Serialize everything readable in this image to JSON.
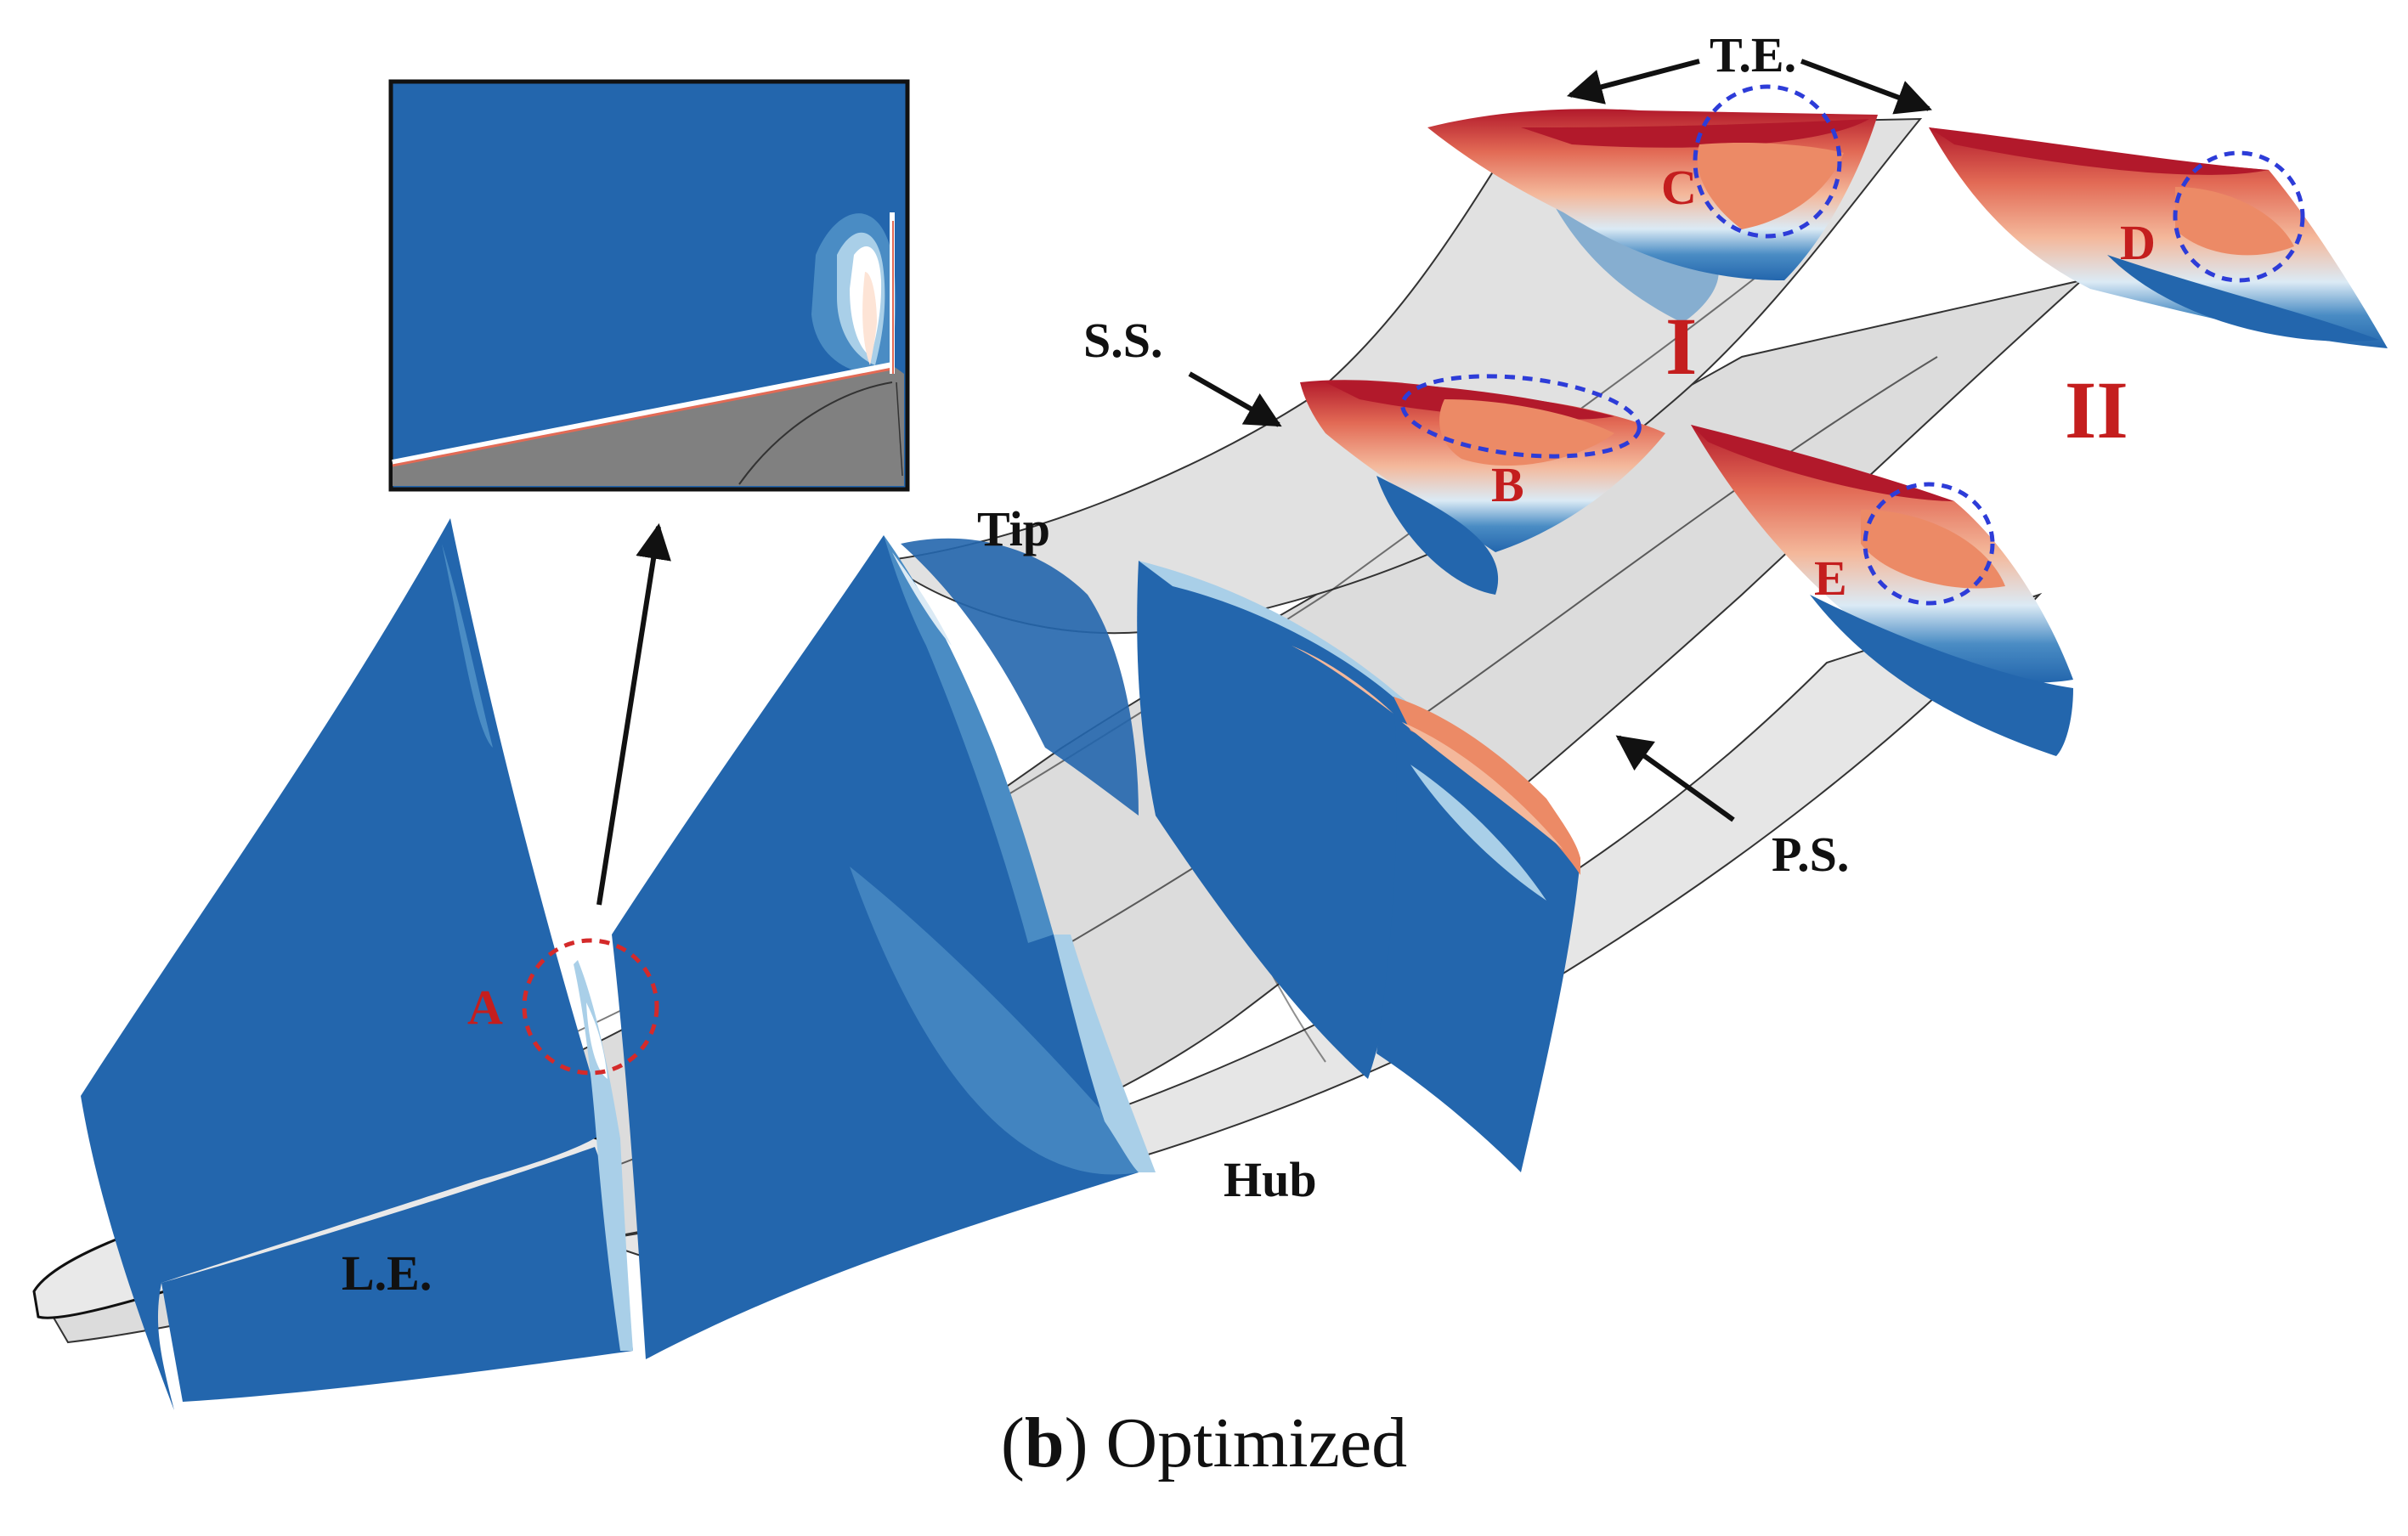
{
  "figure": {
    "caption_letter": "b",
    "caption_text": "Optimized"
  },
  "labels": {
    "te": "T.E.",
    "ss": "S.S.",
    "tip": "Tip",
    "ps": "P.S.",
    "hub": "Hub",
    "le": "L.E.",
    "roman_1": "I",
    "roman_2": "II"
  },
  "regions": {
    "a": "A",
    "b": "B",
    "c": "C",
    "d": "D",
    "e": "E"
  },
  "colors": {
    "deep_blue": "#2366ad",
    "mid_blue": "#4a8cc4",
    "light_blue": "#a9cfe8",
    "pale_blue": "#dbeaf5",
    "blade_gray": "#d8d8d8",
    "dark_gray": "#7f7f7f",
    "salmon": "#f4b89b",
    "orange": "#ec8a66",
    "dark_red": "#b2192b",
    "circle_red": "#d42a2a",
    "circle_blue": "#2d3cd8"
  }
}
